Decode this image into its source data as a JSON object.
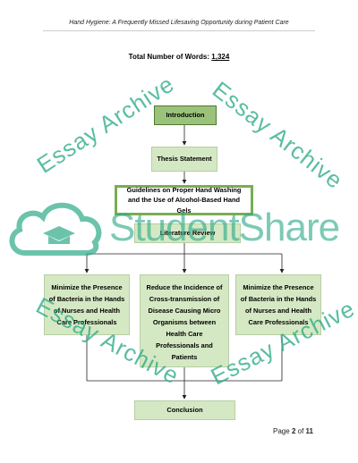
{
  "header": {
    "running_title": "Hand Hygiene: A Frequently Missed Lifesaving Opportunity during Patient Care"
  },
  "word_count": {
    "label": "Total Number of Words:",
    "value": "1,324"
  },
  "flowchart": {
    "introduction": "Introduction",
    "thesis": "Thesis Statement",
    "guidelines": "Guidelines on Proper Hand Washing and the Use of Alcohol-Based Hand Gels",
    "literature_review": "Literature Review",
    "left_box": "Minimize the Presence of Bacteria in the Hands of Nurses and Health Care Professionals",
    "center_box": "Reduce the Incidence of Cross-transmission of Disease Causing Micro Organisms between Health Care Professionals and Patients",
    "right_box": "Minimize the Presence of Bacteria in the Hands of Nurses and Health Care Professionals",
    "conclusion": "Conclusion"
  },
  "watermark": {
    "archive_text": "Essay Archive",
    "logo_text": "StudentShare",
    "color": "#2caa87"
  },
  "footer": {
    "page_label": "Page",
    "page_current": "2",
    "page_of": "of",
    "page_total": "11"
  }
}
